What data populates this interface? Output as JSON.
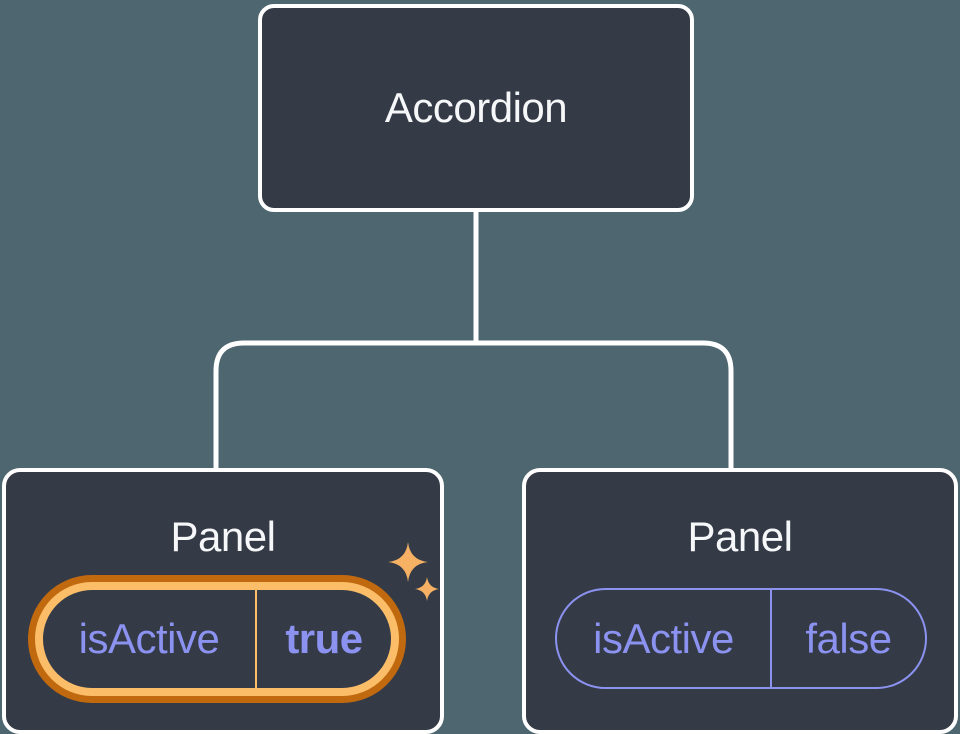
{
  "tree": {
    "root": {
      "label": "Accordion"
    },
    "panels": [
      {
        "title": "Panel",
        "prop_name": "isActive",
        "prop_value": "true",
        "state": "active"
      },
      {
        "title": "Panel",
        "prop_name": "isActive",
        "prop_value": "false",
        "state": "inactive"
      }
    ]
  },
  "icons": {
    "sparkle_large": "sparkle-icon",
    "sparkle_small": "sparkle-icon"
  },
  "colors": {
    "background": "#4d6670",
    "node_fill": "#343a46",
    "node_border": "#ffffff",
    "connector_line": "#ffffff",
    "title_text": "#f6f7f9",
    "state_purple": "#8b92f0",
    "highlight_orange_dark": "#c0690f",
    "highlight_orange_light": "#fbbd68",
    "sparkle_orange": "#f6b164"
  }
}
